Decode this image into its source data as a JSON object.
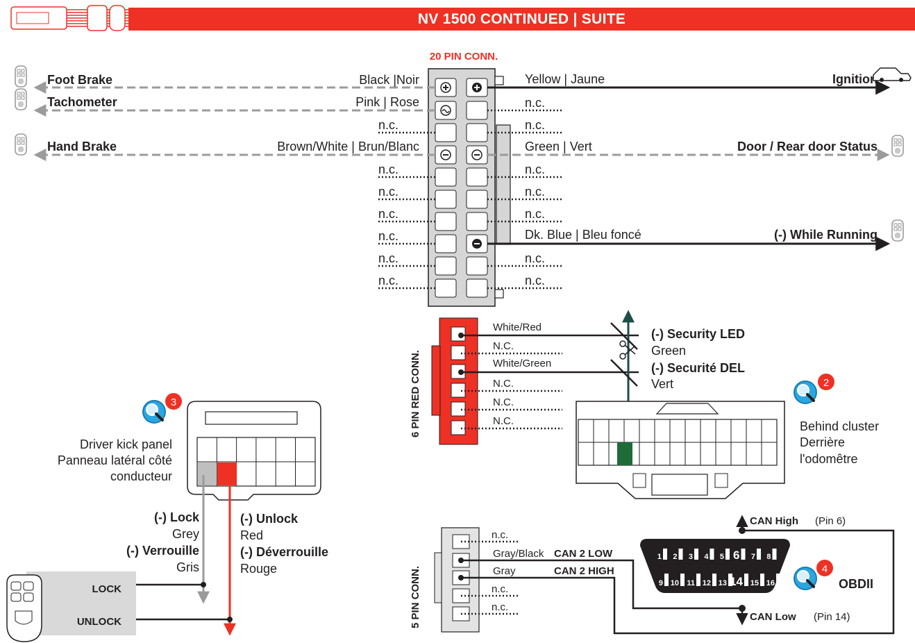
{
  "banner": {
    "title": "NV 1500  CONTINUED | SUITE"
  },
  "conn20": {
    "title": "20 PIN CONN.",
    "left": {
      "foot_brake": {
        "wire": "Black |Noir",
        "func": "Foot Brake"
      },
      "tachometer": {
        "wire": "Pink | Rose",
        "func": "Tachometer"
      },
      "hand_brake": {
        "wire": "Brown/White  | Brun/Blanc",
        "func": "Hand Brake"
      },
      "nc": "n.c."
    },
    "right": {
      "ignition": {
        "wire": "Yellow | Jaune",
        "func": "Ignition"
      },
      "door": {
        "wire": "Green | Vert",
        "func": "Door / Rear door Status"
      },
      "running": {
        "wire": "Dk. Blue | Bleu foncé",
        "func": "(-) While Running"
      },
      "nc": "n.c."
    }
  },
  "conn6": {
    "title": "6 PIN RED CONN.",
    "wire1": "White/Red",
    "wire2": "N.C.",
    "wire3": "White/Green",
    "wire4": "N.C.",
    "wire5": "N.C.",
    "wire6": "N.C.",
    "led_en": "(-) Security LED",
    "led_en_color": "Green",
    "led_fr": "(-) Securité DEL",
    "led_fr_color": "Vert"
  },
  "cluster": {
    "badge": "2",
    "line1": "Behind cluster",
    "line2": "Derrière",
    "line3": "l'odomêtre"
  },
  "kick": {
    "badge": "3",
    "line1": "Driver kick panel",
    "line2": "Panneau latéral côté",
    "line3": "conducteur",
    "lock": "(-) Lock",
    "lock_color": "Grey",
    "lock_fr": "(-) Verrouille",
    "lock_fr_color": "Gris",
    "unlock": "(-) Unlock",
    "unlock_color": "Red",
    "unlock_fr": "(-) Déverrouille",
    "unlock_fr_color": "Rouge"
  },
  "remote": {
    "lock": "LOCK",
    "unlock": "UNLOCK"
  },
  "conn5": {
    "title": "5 PIN CONN.",
    "nc": "n.c.",
    "wire2": "Gray/Black",
    "wire2_func": "CAN 2 LOW",
    "wire3": "Gray",
    "wire3_func": "CAN 2 HIGH"
  },
  "obd": {
    "badge": "4",
    "label": "OBDII",
    "can_high": "CAN High",
    "can_high_pin": "(Pin 6)",
    "can_low": "CAN Low",
    "can_low_pin": "(Pin 14)",
    "top_pins": [
      "1",
      "2",
      "3",
      "4",
      "5",
      "6",
      "7",
      "8"
    ],
    "bottom_pins": [
      "9",
      "10",
      "11",
      "12",
      "13",
      "14",
      "15",
      "16"
    ]
  },
  "colors": {
    "accent": "#ee3124",
    "wire_grey": "#9b9b9b",
    "led_green": "#1f6b3a",
    "teal": "#1e4d4b",
    "badge_blue": "#2aa7e0"
  },
  "icons": [
    "module-icon",
    "remote-icon",
    "car-icon",
    "magnifier-icon"
  ]
}
